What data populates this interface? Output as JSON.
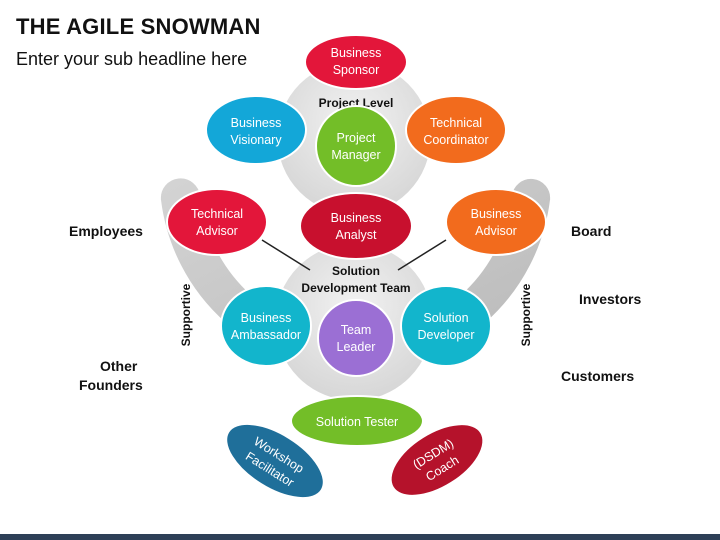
{
  "title": "THE AGILE SNOWMAN",
  "subtitle": "Enter your sub headline here",
  "side_labels": {
    "employees": "Employees",
    "other_founders": [
      "Other",
      "Founders"
    ],
    "board": "Board",
    "investors": "Investors",
    "customers": "Customers"
  },
  "ring_labels": {
    "left": "Supportive",
    "right": "Supportive"
  },
  "levels": {
    "project": "Project Level",
    "solution": [
      "Solution",
      "Development Team"
    ]
  },
  "nodes": {
    "business_sponsor": [
      "Business",
      "Sponsor"
    ],
    "business_visionary": [
      "Business",
      "Visionary"
    ],
    "project_manager": [
      "Project",
      "Manager"
    ],
    "technical_coordinator": [
      "Technical",
      "Coordinator"
    ],
    "technical_advisor": [
      "Technical",
      "Advisor"
    ],
    "business_analyst": [
      "Business",
      "Analyst"
    ],
    "business_advisor": [
      "Business",
      "Advisor"
    ],
    "business_ambassador": [
      "Business",
      "Ambassador"
    ],
    "team_leader": [
      "Team",
      "Leader"
    ],
    "solution_developer": [
      "Solution",
      "Developer"
    ],
    "solution_tester": [
      "Solution Tester"
    ],
    "workshop_facilitator": [
      "Workshop",
      "Facilitator"
    ],
    "dsdm_coach": [
      "(DSDM)",
      "Coach"
    ]
  },
  "colors": {
    "red": "#e3163a",
    "blue": "#13a7d8",
    "green": "#73be28",
    "orange": "#f26b1d",
    "teal": "#12b5cc",
    "purple": "#9b6fd4",
    "dark_blue": "#1f6f9a",
    "dark_red": "#b5122b",
    "gray_ring": "#c8c8c8",
    "gray_circle": "#e3e3e3"
  }
}
